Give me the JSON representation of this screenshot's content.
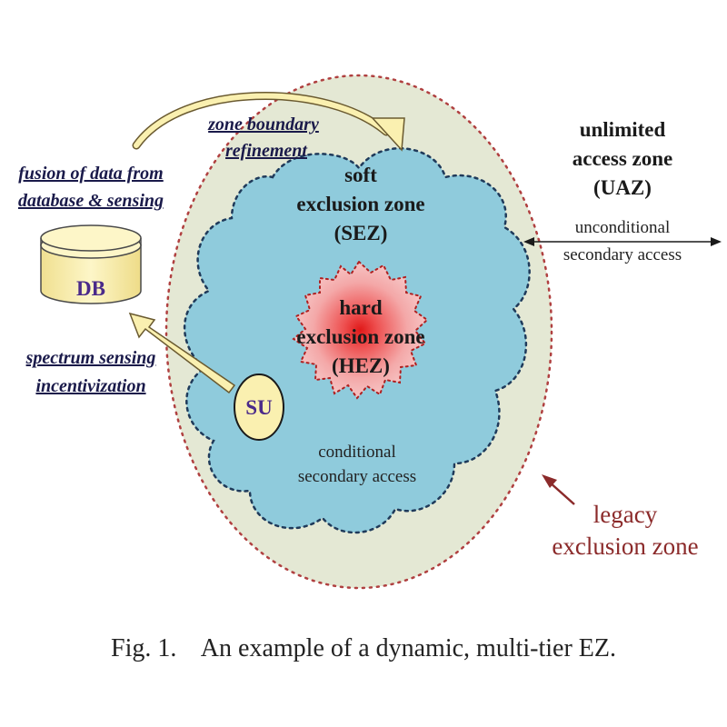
{
  "colors": {
    "legacy_fill": "#e4e8d4",
    "legacy_border": "#b04040",
    "sez_fill": "#8fcbdc",
    "sez_border": "#1f3a5a",
    "hez_fill": "#f2a0a0",
    "hez_core": "#e01818",
    "db_fill": "#faf0b0",
    "db_stroke": "#4a4a4a",
    "su_fill": "#faf0b0",
    "arrow_fill": "#faf0b0",
    "text_purple": "#4a2a8a",
    "legacy_text": "#8b2a2a"
  },
  "labels": {
    "zone_boundary_line1": "zone boundary",
    "zone_boundary_line2": "refinement",
    "fusion_line1": "fusion of data from",
    "fusion_line2": "database & sensing",
    "db": "DB",
    "spectrum_line1": "spectrum sensing",
    "spectrum_line2": "incentivization",
    "su": "SU",
    "sez_line1": "soft",
    "sez_line2": "exclusion zone",
    "sez_line3": "(SEZ)",
    "hez_line1": "hard",
    "hez_line2": "exclusion zone",
    "hez_line3": "(HEZ)",
    "conditional_line1": "conditional",
    "conditional_line2": "secondary access",
    "uaz_line1": "unlimited",
    "uaz_line2": "access zone",
    "uaz_line3": "(UAZ)",
    "unconditional_line1": "unconditional",
    "unconditional_line2": "secondary access",
    "legacy_line1": "legacy",
    "legacy_line2": "exclusion zone"
  },
  "caption": "Fig. 1.    An example of a dynamic, multi-tier EZ."
}
